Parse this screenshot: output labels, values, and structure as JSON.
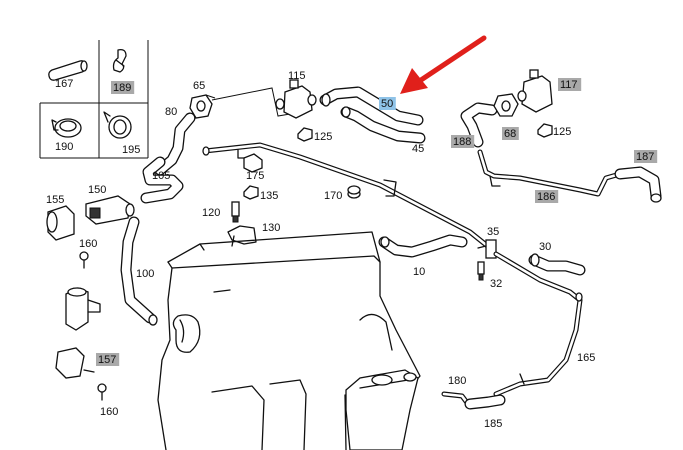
{
  "diagram": {
    "callout_labels": [
      {
        "id": "167",
        "text": "167",
        "highlight": false
      },
      {
        "id": "189",
        "text": "189",
        "highlight": true
      },
      {
        "id": "190",
        "text": "190",
        "highlight": false
      },
      {
        "id": "195",
        "text": "195",
        "highlight": false
      },
      {
        "id": "80",
        "text": "80",
        "highlight": false
      },
      {
        "id": "65",
        "text": "65",
        "highlight": false
      },
      {
        "id": "115",
        "text": "115",
        "highlight": false
      },
      {
        "id": "50",
        "text": "50",
        "highlight": true,
        "selected": true
      },
      {
        "id": "45",
        "text": "45",
        "highlight": false
      },
      {
        "id": "125a",
        "text": "125",
        "highlight": false
      },
      {
        "id": "117",
        "text": "117",
        "highlight": true
      },
      {
        "id": "68",
        "text": "68",
        "highlight": true
      },
      {
        "id": "125b",
        "text": "125",
        "highlight": false
      },
      {
        "id": "188",
        "text": "188",
        "highlight": true
      },
      {
        "id": "187",
        "text": "187",
        "highlight": true
      },
      {
        "id": "186",
        "text": "186",
        "highlight": true
      },
      {
        "id": "105",
        "text": "105",
        "highlight": false
      },
      {
        "id": "175",
        "text": "175",
        "highlight": false
      },
      {
        "id": "155",
        "text": "155",
        "highlight": false
      },
      {
        "id": "150",
        "text": "150",
        "highlight": false
      },
      {
        "id": "135",
        "text": "135",
        "highlight": false
      },
      {
        "id": "170",
        "text": "170",
        "highlight": false
      },
      {
        "id": "120",
        "text": "120",
        "highlight": false
      },
      {
        "id": "130",
        "text": "130",
        "highlight": false
      },
      {
        "id": "160a",
        "text": "160",
        "highlight": false
      },
      {
        "id": "35",
        "text": "35",
        "highlight": false
      },
      {
        "id": "30",
        "text": "30",
        "highlight": false
      },
      {
        "id": "100",
        "text": "100",
        "highlight": false
      },
      {
        "id": "10",
        "text": "10",
        "highlight": false
      },
      {
        "id": "32",
        "text": "32",
        "highlight": false
      },
      {
        "id": "157",
        "text": "157",
        "highlight": true
      },
      {
        "id": "165",
        "text": "165",
        "highlight": false
      },
      {
        "id": "180",
        "text": "180",
        "highlight": false
      },
      {
        "id": "185",
        "text": "185",
        "highlight": false
      },
      {
        "id": "160b",
        "text": "160",
        "highlight": false
      }
    ],
    "colors": {
      "highlight": "#a9a9a9",
      "selected": "#8fc3e8",
      "arrow": "#e0201b",
      "line": "#111111"
    },
    "pointer": {
      "icon": "red-arrow-icon"
    }
  }
}
